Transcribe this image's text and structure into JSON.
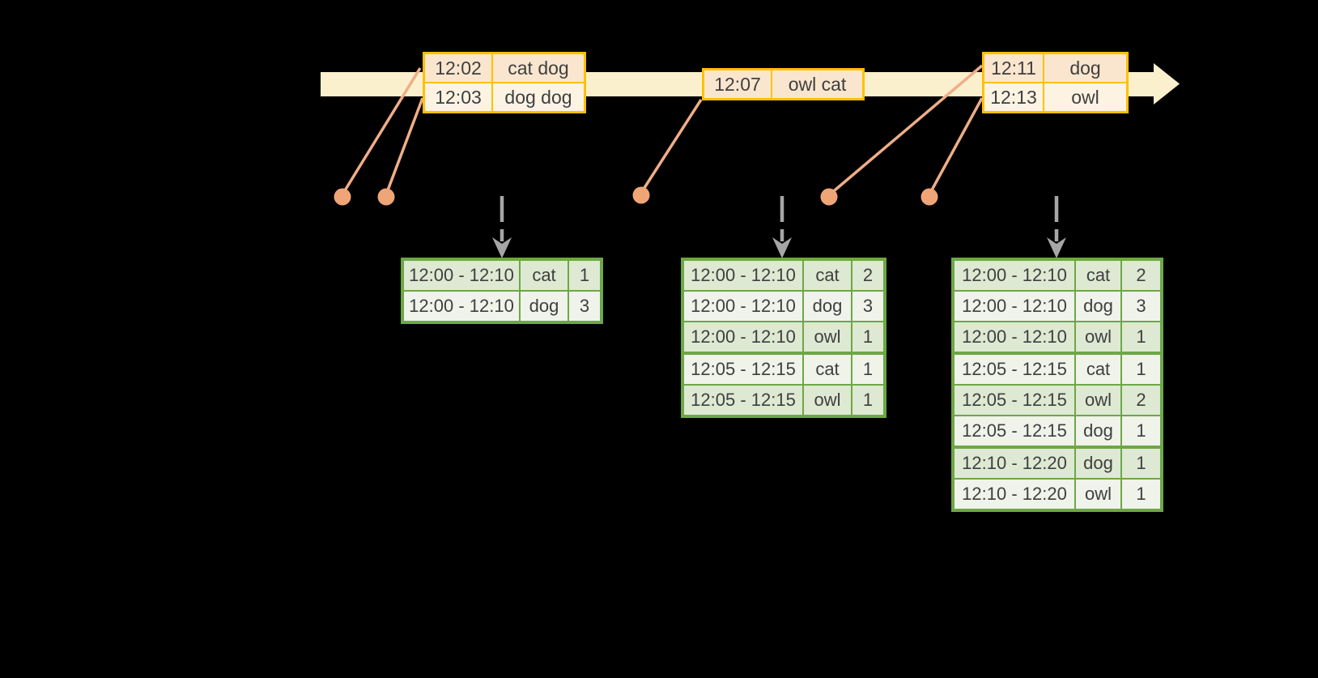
{
  "diagram": {
    "event_tables": [
      {
        "rows": [
          {
            "time": "12:02",
            "words": "cat dog"
          },
          {
            "time": "12:03",
            "words": "dog dog"
          }
        ]
      },
      {
        "rows": [
          {
            "time": "12:07",
            "words": "owl cat"
          }
        ]
      },
      {
        "rows": [
          {
            "time": "12:11",
            "words": "dog"
          },
          {
            "time": "12:13",
            "words": "owl"
          }
        ]
      }
    ],
    "result_tables": [
      {
        "rows": [
          [
            "12:00 - 12:10",
            "cat",
            "1"
          ],
          [
            "12:00 - 12:10",
            "dog",
            "3"
          ]
        ]
      },
      {
        "rows": [
          [
            "12:00 - 12:10",
            "cat",
            "2"
          ],
          [
            "12:00 - 12:10",
            "dog",
            "3"
          ],
          [
            "12:00 - 12:10",
            "owl",
            "1"
          ],
          [
            "12:05 - 12:15",
            "cat",
            "1"
          ],
          [
            "12:05 - 12:15",
            "owl",
            "1"
          ]
        ]
      },
      {
        "rows": [
          [
            "12:00 - 12:10",
            "cat",
            "2"
          ],
          [
            "12:00 - 12:10",
            "dog",
            "3"
          ],
          [
            "12:00 - 12:10",
            "owl",
            "1"
          ],
          [
            "12:05 - 12:15",
            "cat",
            "1"
          ],
          [
            "12:05 - 12:15",
            "owl",
            "2"
          ],
          [
            "12:05 - 12:15",
            "dog",
            "1"
          ],
          [
            "12:10 - 12:20",
            "dog",
            "1"
          ],
          [
            "12:10 - 12:20",
            "owl",
            "1"
          ]
        ]
      }
    ],
    "colors": {
      "background": "#000000",
      "timeline_band": "#FBF0CD",
      "event_table_border": "#FFC000",
      "event_row_peach": "#FAE6CE",
      "event_row_cream": "#FCF3E3",
      "connector_line": "#EFAE87",
      "connector_dot": "#F0A577",
      "trigger_arrow": "#A6A6A6",
      "result_table_border": "#6DA746",
      "result_row_dark": "#DDE9D2",
      "result_row_light": "#EFF3EA",
      "text": "#3F3F3F"
    }
  }
}
